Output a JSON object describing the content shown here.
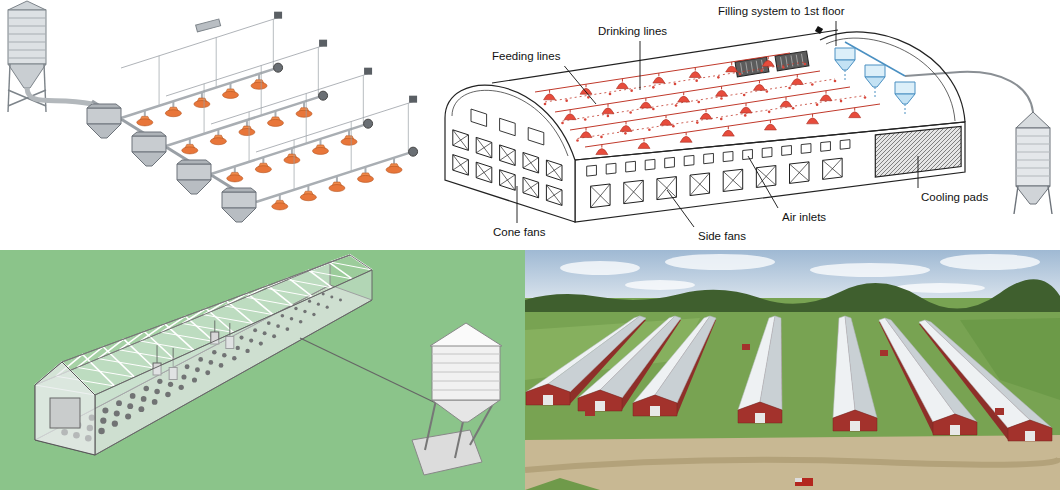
{
  "diagram": {
    "labels": [
      "Filling system to 1st floor",
      "Drinking lines",
      "Feeding lines",
      "Cone fans",
      "Air inlets",
      "Side fans",
      "Cooling pads"
    ]
  }
}
